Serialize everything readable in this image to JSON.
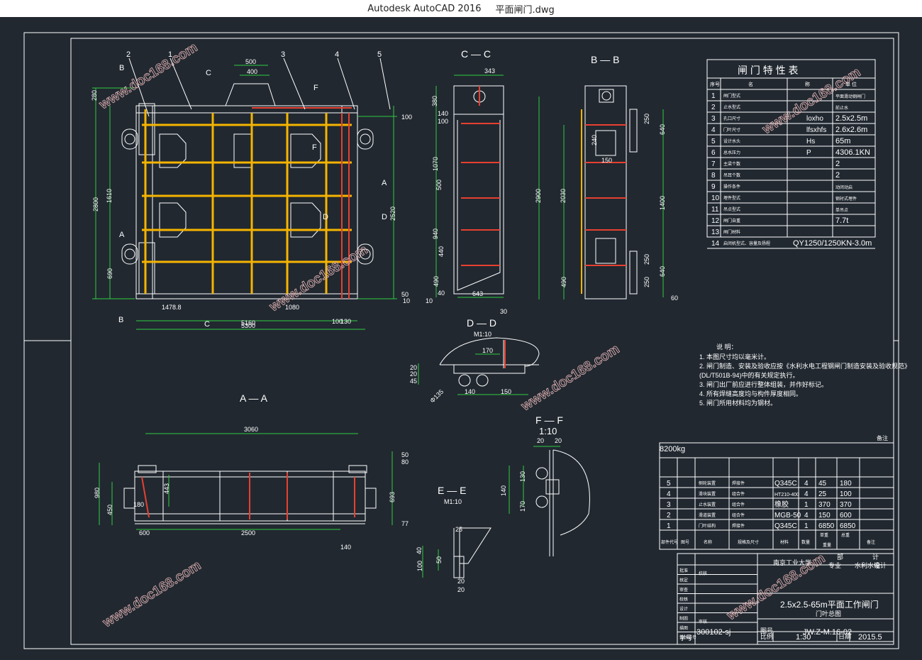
{
  "window": {
    "app_title": "Autodesk AutoCAD 2016",
    "file_name": "平面闸门.dwg"
  },
  "colors": {
    "background": "#212830",
    "line": "#ffffff",
    "dimension": "#2ecc40",
    "yellow": "#f5b400",
    "red": "#e84030",
    "watermark": "#e8b8b8"
  },
  "watermark": "www.doc168.com",
  "views": {
    "cc": "C — C",
    "bb": "B — B",
    "dd": "D — D",
    "dd_scale": "M1:10",
    "aa": "A — A",
    "ff": "F — F",
    "ff_scale": "1:10",
    "ee": "E — E",
    "ee_scale": "M1:10"
  },
  "front_view": {
    "part_labels": [
      "2",
      "1",
      "3",
      "4",
      "5"
    ],
    "section_marks": [
      "B",
      "C",
      "F",
      "F",
      "A",
      "A",
      "D",
      "D",
      "B",
      "C"
    ],
    "dims": {
      "top_500": "500",
      "top_400": "400",
      "right_100": "100",
      "left_280": "280",
      "left_2800": "2800",
      "left_1610": "1610",
      "left_690": "690",
      "right_2520": "2520",
      "right_50": "50",
      "right_10": "10",
      "bottom_1478": "1478.8",
      "bottom_1080": "1080",
      "bottom_100": "100",
      "bottom_130": "130",
      "bottom_total": "5160",
      "bottom_total2": "5300"
    }
  },
  "cc_view": {
    "dims": [
      "343",
      "380",
      "140",
      "100",
      "1070",
      "500",
      "940",
      "440",
      "490",
      "40",
      "643",
      "10",
      "30"
    ]
  },
  "bb_view": {
    "dims": [
      "250",
      "640",
      "240",
      "150",
      "2900",
      "2030",
      "1400",
      "490",
      "250",
      "640",
      "250",
      "60"
    ]
  },
  "dd_view": {
    "dims": [
      "170",
      "20",
      "20",
      "45",
      "140",
      "150",
      "Φ135"
    ]
  },
  "aa_view": {
    "dims": [
      "3060",
      "50",
      "80",
      "980",
      "450",
      "443",
      "180",
      "693",
      "77",
      "600",
      "2500",
      "140"
    ]
  },
  "ff_view": {
    "dims": [
      "20",
      "20",
      "130",
      "140",
      "170"
    ]
  },
  "ee_view": {
    "dims": [
      "25",
      "40",
      "50",
      "100",
      "20",
      "20"
    ]
  },
  "characteristics_table": {
    "title": "闸 门 特 性 表",
    "header": [
      "序号",
      "名",
      "称",
      "单 位"
    ],
    "rows": [
      {
        "no": "1",
        "name": "闸门型式",
        "sym": "",
        "val": "平面滑动钢闸门"
      },
      {
        "no": "2",
        "name": "止水型式",
        "sym": "",
        "val": "前止水"
      },
      {
        "no": "3",
        "name": "孔口尺寸",
        "sym": "loxho",
        "val": "2.5x2.5m"
      },
      {
        "no": "4",
        "name": "门叶尺寸",
        "sym": "lfsxhfs",
        "val": "2.6x2.6m"
      },
      {
        "no": "5",
        "name": "设计水头",
        "sym": "Hs",
        "val": "65m"
      },
      {
        "no": "6",
        "name": "总水压力",
        "sym": "P",
        "val": "4306.1KN"
      },
      {
        "no": "7",
        "name": "主梁个数",
        "sym": "",
        "val": "2"
      },
      {
        "no": "8",
        "name": "吊耳个数",
        "sym": "",
        "val": "2"
      },
      {
        "no": "9",
        "name": "操作条件",
        "sym": "",
        "val": "动闭动启"
      },
      {
        "no": "10",
        "name": "埋件型式",
        "sym": "",
        "val": "钢衬式埋件"
      },
      {
        "no": "11",
        "name": "吊点型式",
        "sym": "",
        "val": "单吊点"
      },
      {
        "no": "12",
        "name": "闸门自重",
        "sym": "",
        "val": "7.7t"
      },
      {
        "no": "13",
        "name": "闸门材料",
        "sym": "",
        "val": ""
      },
      {
        "no": "14",
        "name": "启闭机型式、容量及扬程",
        "sym": "",
        "val": "QY1250/1250KN-3.0m"
      }
    ]
  },
  "notes": {
    "title": "说 明：",
    "lines": [
      "1. 本图尺寸均以毫米计。",
      "2. 闸门制造、安装及验收应按《水利水电工程钢闸门制造安装及验收规范》",
      "(DL/T501B-94)中的有关规定执行。",
      "3. 闸门出厂前应进行整体组装，并作好标记。",
      "4. 所有焊缝高度均与构件厚度相同。",
      "5. 闸门所用材料均为钢材。"
    ]
  },
  "parts_list": {
    "total_weight": "8200kg",
    "right_note": "备注",
    "rows": [
      {
        "no": "5",
        "name": "侧轮装置",
        "std": "焊接件",
        "mat": "Q345C",
        "qty": "4",
        "unit_w": "45",
        "total_w": "180"
      },
      {
        "no": "4",
        "name": "滑块装置",
        "std": "组合件",
        "mat": "HT210-400",
        "qty": "4",
        "unit_w": "25",
        "total_w": "100"
      },
      {
        "no": "3",
        "name": "止水装置",
        "std": "组合件",
        "mat": "橡胶",
        "qty": "1",
        "unit_w": "370",
        "total_w": "370"
      },
      {
        "no": "2",
        "name": "滑道装置",
        "std": "组合件",
        "mat": "MGB-50",
        "qty": "4",
        "unit_w": "150",
        "total_w": "600"
      },
      {
        "no": "1",
        "name": "门叶结构",
        "std": "焊接件",
        "mat": "Q345C",
        "qty": "1",
        "unit_w": "6850",
        "total_w": "6850"
      }
    ],
    "header": [
      "部件代号",
      "图号",
      "名称",
      "规格及尺寸",
      "材料",
      "数量",
      "单重",
      "总重",
      "重量",
      "备注"
    ]
  },
  "title_block": {
    "school": "南京工业大学",
    "dept_label": "部",
    "dept": "计",
    "major_label": "专业",
    "major": "水利水电",
    "role_design": "设计",
    "role_check": "校核",
    "role_review": "审核",
    "role_approve": "批准",
    "title": "2.5x2.5-65m平面工作闸门",
    "subtitle": "门叶总图",
    "scale_label": "比例",
    "scale": "1:30",
    "date_label": "日期",
    "date": "2015.5",
    "student_label": "学号",
    "student_no": "300102-sj",
    "drawing_label": "图号",
    "drawing_no": "JW.Z-M.16-02",
    "row_labels": [
      "批准",
      "核定",
      "审查",
      "校核",
      "设计",
      "制图",
      "描图",
      "设计证号"
    ]
  }
}
